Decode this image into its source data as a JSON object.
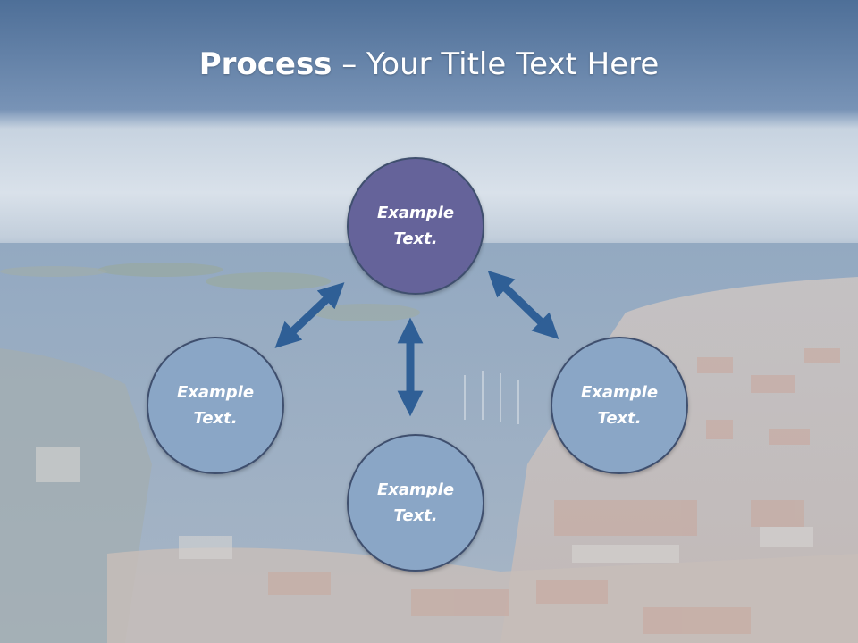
{
  "title": {
    "bold": "Process",
    "rest": " – Your Title Text Here"
  },
  "nodes": {
    "top": "Example Text.",
    "left": "Example Text.",
    "right": "Example Text.",
    "bottom": "Example Text."
  },
  "colors": {
    "top_node": "#65639a",
    "other_nodes": "#8aa6c6",
    "node_border": "#3f4f6e",
    "arrows": "#2f5f96",
    "header_band": "#5c7fa8"
  },
  "background": "harbor-town-aerial-photo"
}
